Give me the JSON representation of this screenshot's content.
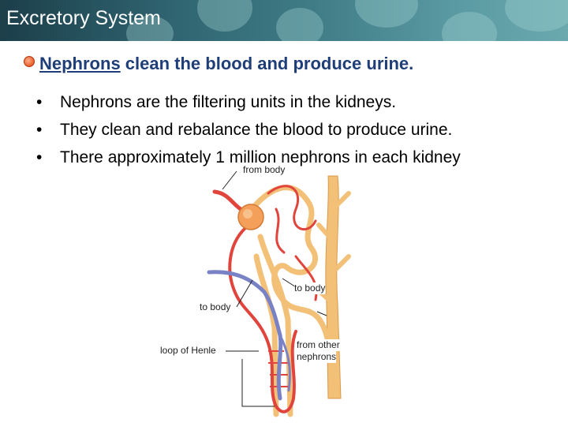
{
  "header": {
    "title": "Excretory System"
  },
  "subtitle": {
    "keyword": "Nephrons",
    "rest": " clean the blood and produce urine."
  },
  "bullets": [
    {
      "symbol": "•",
      "text": "Nephrons are the filtering units in the kidneys."
    },
    {
      "symbol": "•",
      "text": "They clean and rebalance the blood to produce urine."
    },
    {
      "symbol": "•",
      "text": "There approximately 1 million nephrons in each kidney"
    }
  ],
  "diagram": {
    "labels": {
      "from_body": "from body",
      "to_body_1": "to body",
      "to_body_2": "to body",
      "loop": "loop of Henle",
      "from_other_1": "from other",
      "from_other_2": "nephrons"
    }
  },
  "colors": {
    "header": "#2f6470",
    "subtitle": "#1f3e78",
    "artery": "#e0443c",
    "vein": "#7a82c6",
    "tubule": "#f3c078",
    "glomerulus": "#f5a05a"
  }
}
